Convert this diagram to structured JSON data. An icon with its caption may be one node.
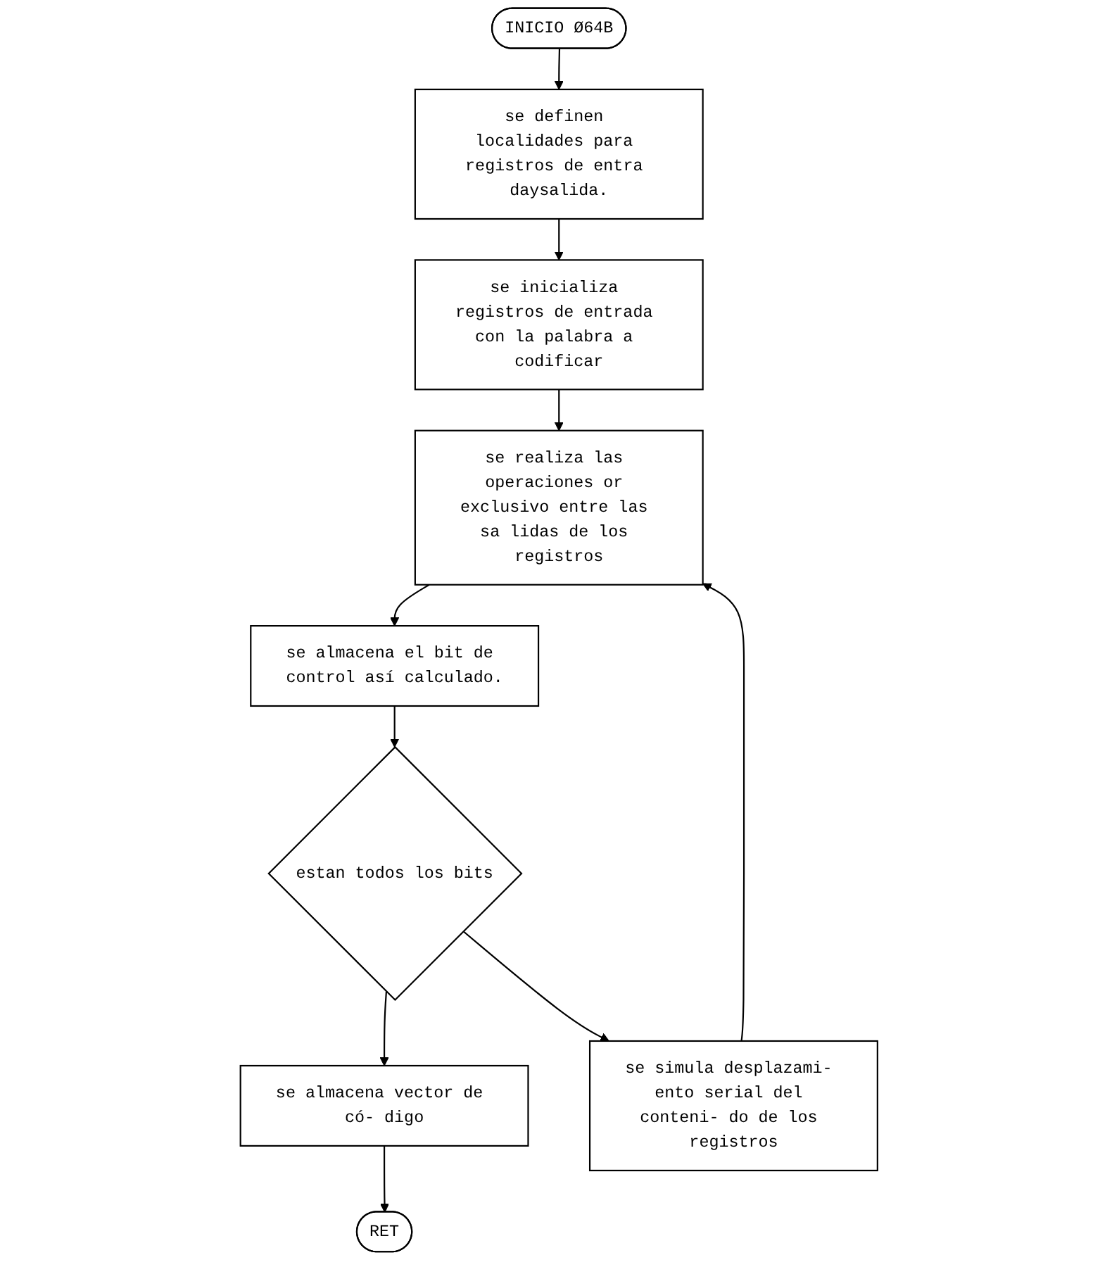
{
  "diagram": {
    "nodes": [
      {
        "text": [
          "INICIO Ø64B"
        ]
      },
      {
        "text": [
          "se definen localidades para registros de entra daysalida."
        ]
      },
      {
        "text": [
          "se inicializa registros de entrada con la palabra a codificar"
        ]
      },
      {
        "text": [
          "se realiza las operaciones or exclusivo entre las sa lidas de los registros"
        ]
      },
      {
        "text": [
          "se almacena el bit de control así calculado."
        ]
      },
      {
        "text": [
          "estan todos los bits"
        ]
      },
      {
        "text": [
          "se almacena vector de có- digo"
        ]
      },
      {
        "text": [
          "RET"
        ]
      },
      {
        "text": [
          "se simula desplazami- ento serial del conteni- do de los registros"
        ]
      }
    ],
    "edges": [
      {
        "from": 0,
        "to": 1,
        "arrow": "to"
      },
      {
        "from": 1,
        "to": 2,
        "arrow": "to"
      },
      {
        "from": 2,
        "to": 3,
        "arrow": "to"
      },
      {
        "from": 3,
        "to": 4,
        "arrow": "to"
      },
      {
        "from": 4,
        "to": 5,
        "arrow": "to"
      },
      {
        "from": 5,
        "to": 6,
        "arrow": "to"
      },
      {
        "from": 6,
        "to": 7,
        "arrow": "to"
      },
      {
        "from": 5,
        "to": 8,
        "arrow": "to"
      },
      {
        "from": 8,
        "to": 3,
        "arrow": "to"
      }
    ]
  }
}
